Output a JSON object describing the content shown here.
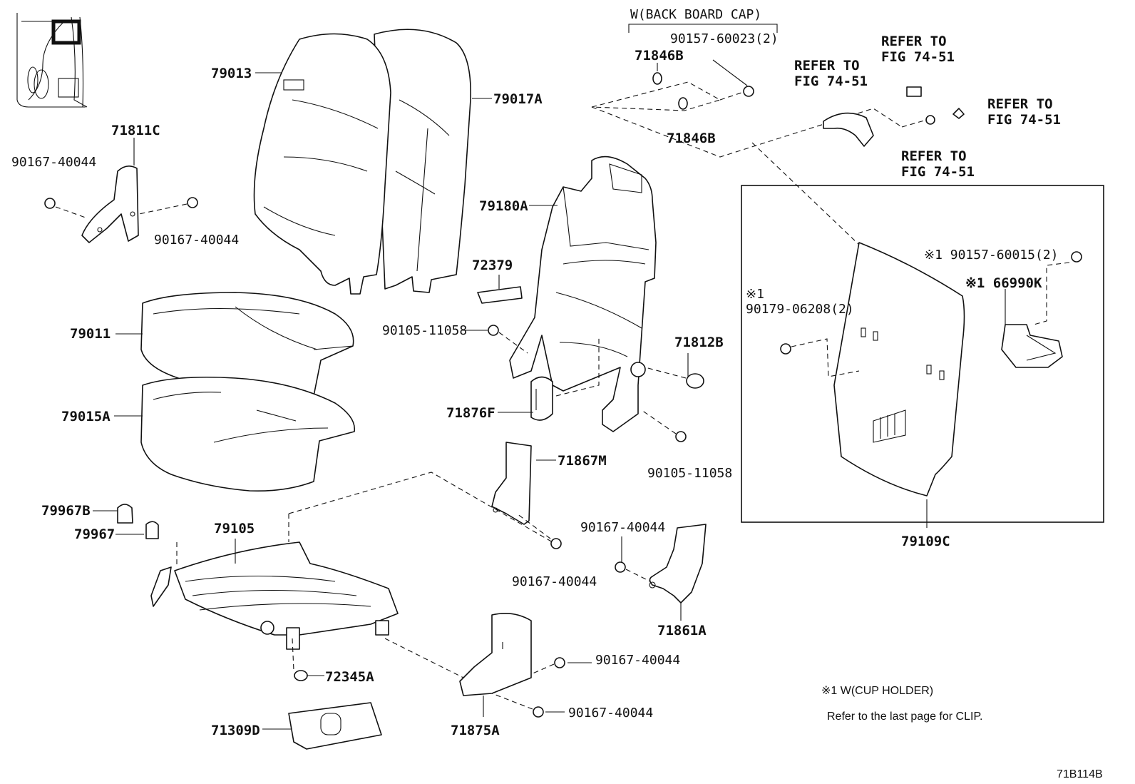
{
  "diagram_code": "71B114B",
  "group_labels": {
    "back_board_cap": "W(BACK BOARD CAP)"
  },
  "notes": {
    "cup_holder": "※1 W(CUP HOLDER)",
    "clip": "Refer to the last page for CLIP."
  },
  "refer_to": [
    "REFER TO",
    "FIG 74-51"
  ],
  "parts": {
    "p79013": "79013",
    "p79017A": "79017A",
    "p71811C": "71811C",
    "p90167_a": "90167-40044",
    "p90167_b": "90167-40044",
    "p79011": "79011",
    "p79015A": "79015A",
    "p79967B": "79967B",
    "p79967": "79967",
    "p79105": "79105",
    "p72345A": "72345A",
    "p71309D": "71309D",
    "p90157_60023": "90157-60023(2)",
    "p71846B_a": "71846B",
    "p71846B_b": "71846B",
    "p79180A": "79180A",
    "p72379": "72379",
    "p90105_a": "90105-11058",
    "p71812B": "71812B",
    "p71876F": "71876F",
    "p90105_b": "90105-11058",
    "p71867M": "71867M",
    "p90167_c": "90167-40044",
    "p90167_d": "90167-40044",
    "p71861A": "71861A",
    "p90167_e": "90167-40044",
    "p90167_f": "90167-40044",
    "p71875A": "71875A",
    "p90157_60015": "※1 90157-60015(2)",
    "p66990K": "※1 66990K",
    "p90179_mark": "※1",
    "p90179": "90179-06208(2)",
    "p79109C": "79109C"
  }
}
